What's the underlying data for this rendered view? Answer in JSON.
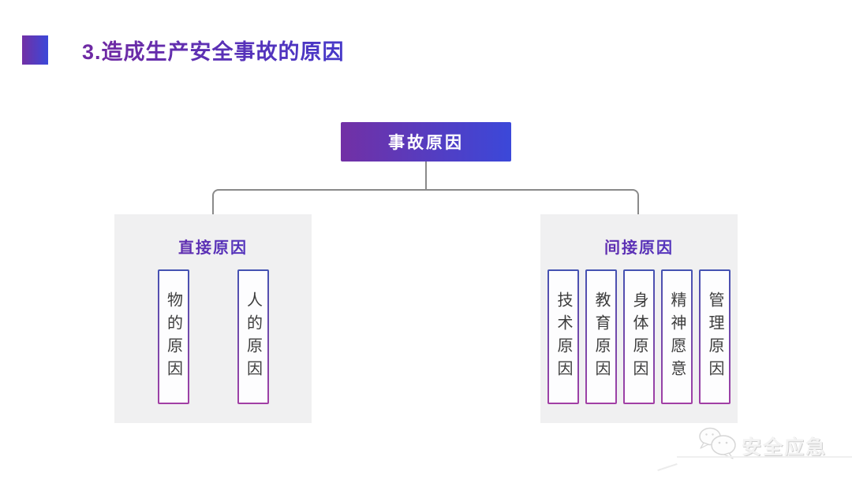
{
  "slide": {
    "header": {
      "title": "3.造成生产安全事故的原因"
    },
    "diagram": {
      "root": {
        "label": "事故原因"
      },
      "branches": [
        {
          "label": "直接原因",
          "items": [
            "物的原因",
            "人的原因"
          ]
        },
        {
          "label": "间接原因",
          "items": [
            "技术原因",
            "教育原因",
            "身体原因",
            "精神愿意",
            "管理原因"
          ]
        }
      ]
    },
    "watermark": {
      "text": "安全应急"
    },
    "colors": {
      "title_gradient_start": "#6e2aa4",
      "title_gradient_end": "#4538c9",
      "node_gradient_start": "#7230a5",
      "node_gradient_end": "#3b48d9",
      "panel_bg": "#f0f0f1",
      "connector_gray": "#8a8a8a",
      "item_border_top": "#4452b2",
      "item_border_bottom": "#a23fa5",
      "item_text": "#3d3d3d",
      "watermark_gray": "#d6d6d6"
    }
  }
}
